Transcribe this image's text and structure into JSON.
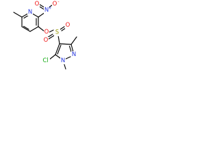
{
  "molecule": {
    "labels": {
      "nitro_n": "N",
      "nitro_charge": "+",
      "nitro_o_double": "O",
      "nitro_o_single": "O",
      "nitro_o_charge": "-",
      "pyridine_n": "N",
      "ester_o": "O",
      "sulfur": "S",
      "sulfonyl_o_top": "O",
      "sulfonyl_o_bottom": "O",
      "pyrazole_n1": "N",
      "pyrazole_n2": "N",
      "chlorine": "Cl"
    },
    "colors": {
      "nitrogen": "#2233dd",
      "oxygen": "#ee1111",
      "sulfur": "#999900",
      "chlorine": "#11aa11",
      "bond": "#000000"
    }
  }
}
